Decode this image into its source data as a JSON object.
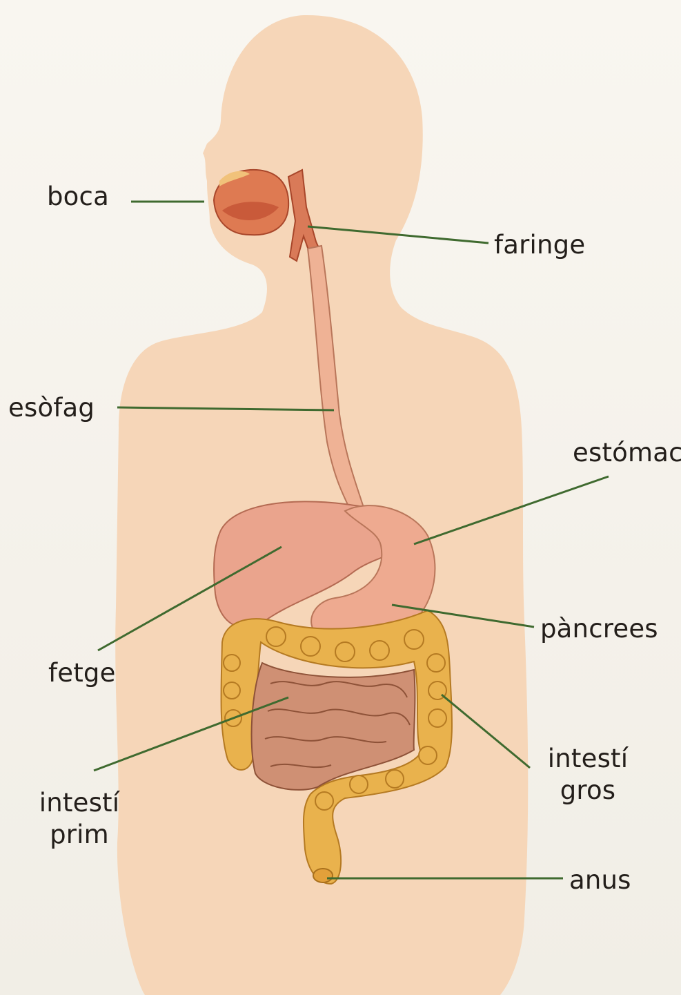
{
  "diagram": {
    "labels": {
      "boca": "boca",
      "faringe": "faringe",
      "esofag": "esòfag",
      "estomac": "estómac",
      "pancrees": "pàncrees",
      "fetge": "fetge",
      "intesti_gros_1": "intestí",
      "intesti_gros_2": "gros",
      "intesti_prim_1": "intestí",
      "intesti_prim_2": "prim",
      "anus": "anus"
    },
    "colors": {
      "body_silhouette": "#f6d6b8",
      "leader_line": "#3f6a2f",
      "mouth_organ": "#d9704a",
      "liver": "#e7a08a",
      "stomach": "#eaa98f",
      "large_intestine": "#e7b04a",
      "small_intestine": "#c98a6e"
    }
  }
}
